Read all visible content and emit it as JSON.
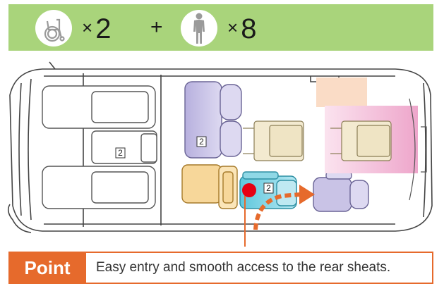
{
  "capacity": {
    "wheelchair": {
      "icon": "wheelchair-icon",
      "times": "×",
      "count": "2"
    },
    "plus": "+",
    "person": {
      "icon": "person-icon",
      "times": "×",
      "count": "8"
    }
  },
  "seat_labels": {
    "front_bench": "2",
    "middle_left": "2",
    "middle_right": "2"
  },
  "point": {
    "tag": "Point",
    "text": "Easy entry and smooth access to the rear sheats."
  },
  "colors": {
    "banner": "#a9d47b",
    "accent": "#e66a2c",
    "seat_purple": "#c9c3e6",
    "seat_yellow": "#f7d79a",
    "seat_cyan": "#8fd8e6",
    "wheelchair_area": "#f5c6dd",
    "marker_red": "#e60012"
  }
}
